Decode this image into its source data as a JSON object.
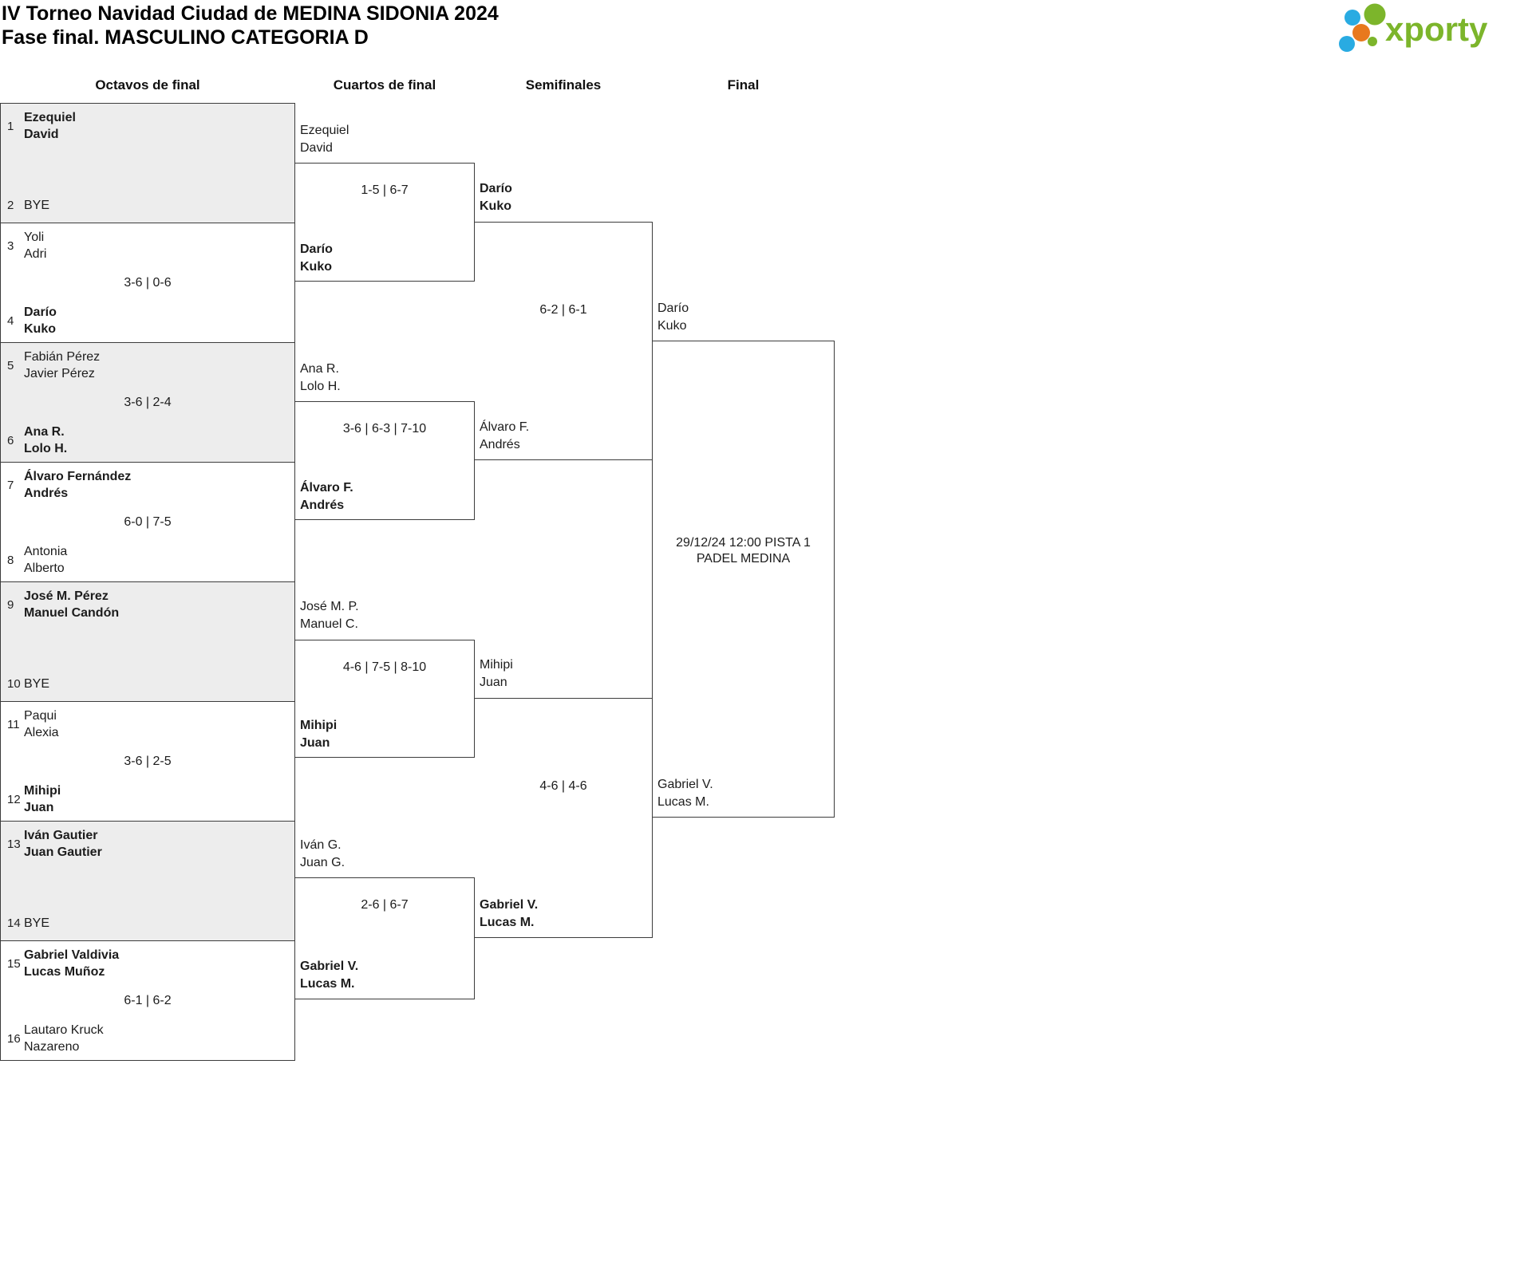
{
  "header": {
    "title_line1": "IV Torneo Navidad Ciudad de MEDINA SIDONIA 2024",
    "title_line2": "Fase final. MASCULINO CATEGORIA D"
  },
  "logo": {
    "brand": "xporty",
    "colors": {
      "green": "#7cb52b",
      "blue": "#29abe2",
      "orange": "#e8791d"
    }
  },
  "rounds": [
    {
      "label": "Octavos de final"
    },
    {
      "label": "Cuartos de final"
    },
    {
      "label": "Semifinales"
    },
    {
      "label": "Final"
    }
  ],
  "bracket": {
    "octavos": [
      {
        "team1": {
          "seed": "1",
          "players": [
            "Ezequiel",
            "David"
          ],
          "winner": true
        },
        "team2": {
          "seed": "2",
          "players": [
            "BYE"
          ]
        },
        "score": ""
      },
      {
        "team1": {
          "seed": "3",
          "players": [
            "Yoli",
            "Adri"
          ]
        },
        "team2": {
          "seed": "4",
          "players": [
            "Darío",
            "Kuko"
          ],
          "winner": true
        },
        "score": "3-6 | 0-6"
      },
      {
        "team1": {
          "seed": "5",
          "players": [
            "Fabián Pérez",
            "Javier Pérez"
          ]
        },
        "team2": {
          "seed": "6",
          "players": [
            "Ana R.",
            "Lolo H."
          ],
          "winner": true
        },
        "score": "3-6 | 2-4"
      },
      {
        "team1": {
          "seed": "7",
          "players": [
            "Álvaro Fernández",
            "Andrés"
          ],
          "winner": true
        },
        "team2": {
          "seed": "8",
          "players": [
            "Antonia",
            "Alberto"
          ]
        },
        "score": "6-0 | 7-5"
      },
      {
        "team1": {
          "seed": "9",
          "players": [
            "José M. Pérez",
            "Manuel Candón"
          ],
          "winner": true
        },
        "team2": {
          "seed": "10",
          "players": [
            "BYE"
          ]
        },
        "score": ""
      },
      {
        "team1": {
          "seed": "11",
          "players": [
            "Paqui",
            "Alexia"
          ]
        },
        "team2": {
          "seed": "12",
          "players": [
            "Mihipi",
            "Juan"
          ],
          "winner": true
        },
        "score": "3-6 | 2-5"
      },
      {
        "team1": {
          "seed": "13",
          "players": [
            "Iván Gautier",
            "Juan Gautier"
          ],
          "winner": true
        },
        "team2": {
          "seed": "14",
          "players": [
            "BYE"
          ]
        },
        "score": ""
      },
      {
        "team1": {
          "seed": "15",
          "players": [
            "Gabriel Valdivia",
            "Lucas Muñoz"
          ],
          "winner": true
        },
        "team2": {
          "seed": "16",
          "players": [
            "Lautaro Kruck",
            "Nazareno"
          ]
        },
        "score": "6-1 | 6-2"
      }
    ],
    "cuartos": [
      {
        "team1": {
          "players": [
            "Ezequiel",
            "David"
          ]
        },
        "team2": {
          "players": [
            "Darío",
            "Kuko"
          ],
          "winner": true
        },
        "score": "1-5 | 6-7"
      },
      {
        "team1": {
          "players": [
            "Ana R.",
            "Lolo H."
          ]
        },
        "team2": {
          "players": [
            "Álvaro F.",
            "Andrés"
          ],
          "winner": true
        },
        "score": "3-6 | 6-3 | 7-10"
      },
      {
        "team1": {
          "players": [
            "José M. P.",
            "Manuel C."
          ]
        },
        "team2": {
          "players": [
            "Mihipi",
            "Juan"
          ],
          "winner": true
        },
        "score": "4-6 | 7-5 | 8-10"
      },
      {
        "team1": {
          "players": [
            "Iván G.",
            "Juan G."
          ]
        },
        "team2": {
          "players": [
            "Gabriel V.",
            "Lucas M."
          ],
          "winner": true
        },
        "score": "2-6 | 6-7"
      }
    ],
    "semifinales": [
      {
        "team1": {
          "players": [
            "Darío",
            "Kuko"
          ],
          "winner": true
        },
        "team2": {
          "players": [
            "Álvaro F.",
            "Andrés"
          ]
        },
        "score": "6-2 | 6-1"
      },
      {
        "team1": {
          "players": [
            "Mihipi",
            "Juan"
          ]
        },
        "team2": {
          "players": [
            "Gabriel V.",
            "Lucas M."
          ],
          "winner": true
        },
        "score": "4-6 | 4-6"
      }
    ],
    "final": {
      "team1": {
        "players": [
          "Darío",
          "Kuko"
        ]
      },
      "team2": {
        "players": [
          "Gabriel V.",
          "Lucas M."
        ]
      },
      "info": [
        "29/12/24 12:00 PISTA 1",
        "PADEL MEDINA"
      ]
    }
  }
}
